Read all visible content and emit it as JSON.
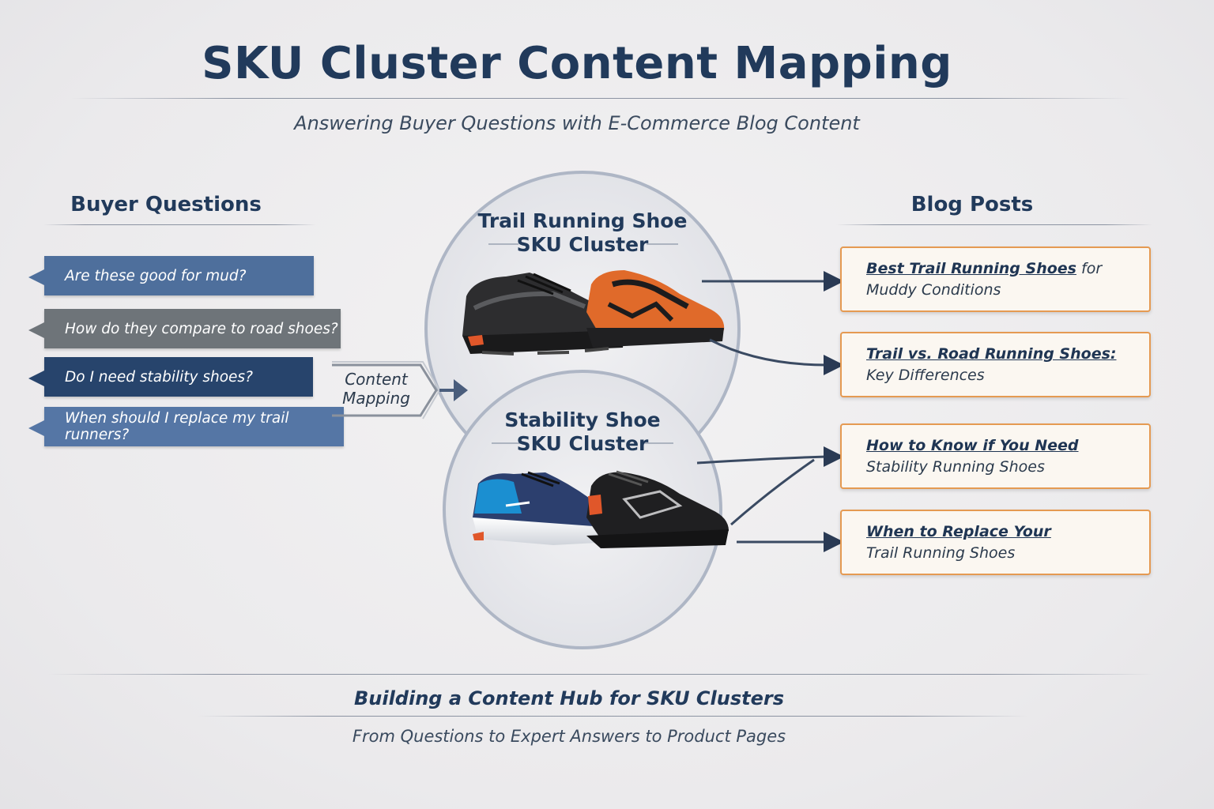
{
  "title": "SKU Cluster Content Mapping",
  "subtitle": "Answering Buyer Questions with E-Commerce Blog Content",
  "buyer_questions": {
    "heading": "Buyer Questions",
    "items": [
      {
        "text": "Are these good for mud?",
        "color": "#4e6f9c"
      },
      {
        "text": "How do they compare to road shoes?",
        "color": "#6e7479"
      },
      {
        "text": "Do I need stability shoes?",
        "color": "#27446c"
      },
      {
        "text": "When should I replace my trail runners?",
        "color": "#5576a5"
      }
    ]
  },
  "mapping_label": {
    "line1": "Content",
    "line2": "Mapping"
  },
  "clusters": [
    {
      "line1": "Trail Running Shoe",
      "line2": "SKU Cluster",
      "shoe_colors": [
        "#2d2d2f",
        "#e06a2a"
      ]
    },
    {
      "line1": "Stability Shoe",
      "line2": "SKU Cluster",
      "shoe_colors": [
        "#2c3f6e",
        "#1f1f21"
      ]
    }
  ],
  "blog_posts": {
    "heading": "Blog Posts",
    "items": [
      {
        "title": "Best Trail Running Shoes",
        "rest": " for Muddy Conditions"
      },
      {
        "title": "Trail vs. Road Running Shoes:",
        "rest": "Key Differences"
      },
      {
        "title": "How to Know if You Need",
        "rest": "Stability Running Shoes"
      },
      {
        "title": "When to Replace Your",
        "rest": "Trail Running Shoes"
      }
    ]
  },
  "footer": {
    "title": "Building a Content Hub for SKU Clusters",
    "subtitle": "From Questions to Expert Answers to Product Pages"
  },
  "colors": {
    "navy": "#213a5b",
    "accent_orange": "#e59a52",
    "connector": "#3a4a62"
  }
}
